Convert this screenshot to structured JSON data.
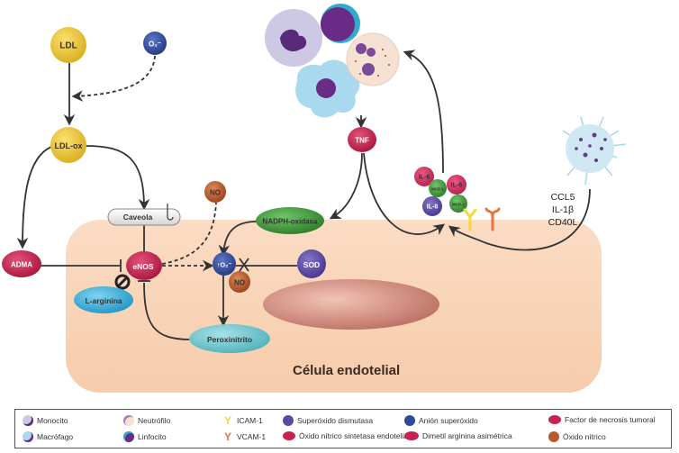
{
  "title": "Célula endotelial",
  "nodes": {
    "ldl": "LDL",
    "o2": "O₂⁻",
    "ldl_ox": "LDL-ox",
    "caveola": "Caveola",
    "no_top": "NO",
    "adma": "ADMA",
    "enos": "eNOS",
    "o2_up": "↑O₂⁻",
    "sod": "SOD",
    "no_mid": "NO",
    "l_arginina": "L-arginina",
    "peroxinitrito": "Peroxinitrito",
    "nadph": "NADPH-oxidasa",
    "tnf": "TNF",
    "il6_a": "IL-6",
    "il6_b": "IL-6",
    "mcp1_a": "MCP-1",
    "mcp1_b": "MCP-1",
    "il8": "IL-8"
  },
  "platelet_factors": [
    "CCL5",
    "IL-1β",
    "CD40L"
  ],
  "colors": {
    "ldl": "#e8c22e",
    "o2": "#2f4a9c",
    "red": "#c8234e",
    "no": "#b9582c",
    "sod": "#5b4aa3",
    "cyan": "#3bb4dc",
    "teal": "#6fc8d0",
    "green": "#3e9a3a",
    "cell": "#f9d6bb",
    "nucleus": "#c77d70"
  },
  "legend": [
    {
      "icon": "monocyte-icon",
      "label": "Monocito"
    },
    {
      "icon": "neutrophil-icon",
      "label": "Neutrófilo"
    },
    {
      "icon": "icam-icon",
      "label": "ICAM-1"
    },
    {
      "icon": "sod-icon",
      "label": "Superóxido dismutasa"
    },
    {
      "icon": "superoxide-icon",
      "label": "Anión superóxido"
    },
    {
      "icon": "tnf-icon",
      "label": "Factor de necrosis tumoral"
    },
    {
      "icon": "macrophage-icon",
      "label": "Macrófago"
    },
    {
      "icon": "lymphocyte-icon",
      "label": "Linfocito"
    },
    {
      "icon": "vcam-icon",
      "label": "VCAM-1"
    },
    {
      "icon": "enos-icon",
      "label": "Óxido nítrico sintetasa endotelial"
    },
    {
      "icon": "adma-icon",
      "label": "Dimetil arginina asimétrica"
    },
    {
      "icon": "nitric-oxide-icon",
      "label": "Óxido nítrico"
    }
  ]
}
